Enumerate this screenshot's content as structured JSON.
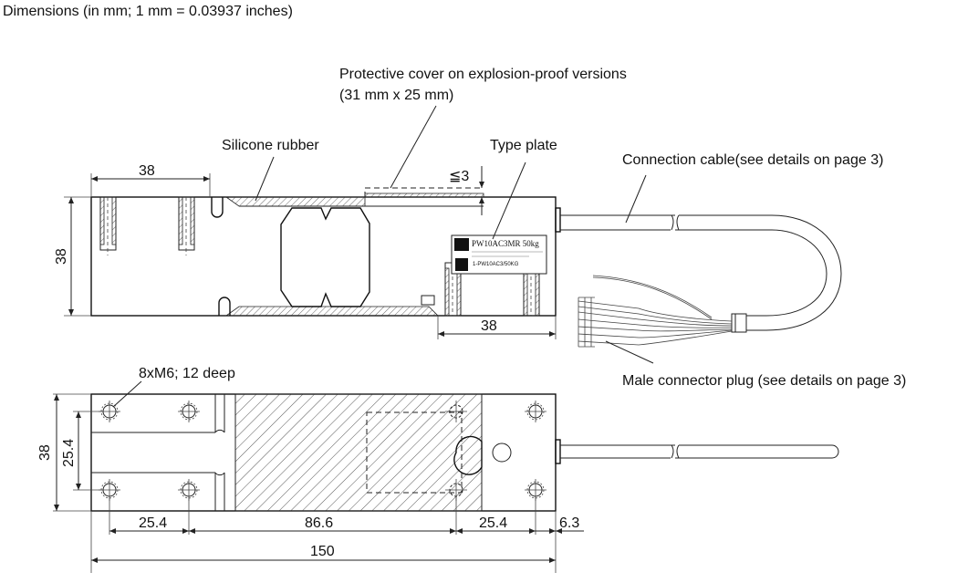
{
  "title": "Dimensions (in mm; 1 mm = 0.03937 inches)",
  "labels": {
    "protective_cover_line1": "Protective cover on explosion-proof versions",
    "protective_cover_line2": "(31 mm x 25 mm)",
    "silicone_rubber": "Silicone rubber",
    "type_plate": "Type plate",
    "connection_cable": "Connection cable(see details on page 3)",
    "male_connector": "Male connector plug (see details on page 3)",
    "thread_spec": "8xM6; 12 deep"
  },
  "dimensions": {
    "top_left_offset": "38",
    "top_height": "38",
    "cover_max_thickness": "≦3",
    "top_right_offset": "38",
    "bottom_height": "38",
    "bottom_hole_spacing_v": "25.4",
    "bottom_hole_spacing_left": "25.4",
    "bottom_middle": "86.6",
    "bottom_hole_spacing_right": "25.4",
    "bottom_cable_offset": "6.3",
    "overall_length": "150"
  },
  "type_plate_text": {
    "model": "PW10AC3MR 50kg",
    "serial": "1-PW10AC3/50KG"
  }
}
